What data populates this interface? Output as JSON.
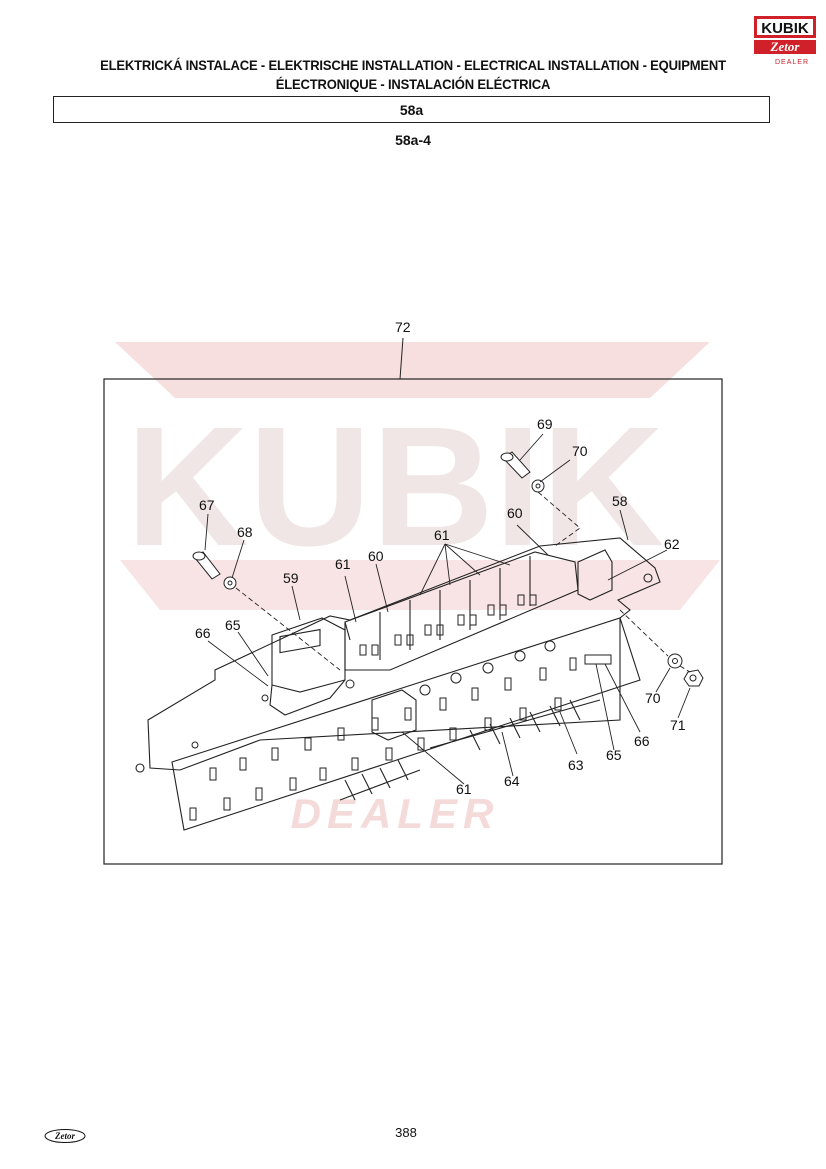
{
  "header": {
    "line1": "ELEKTRICKÁ INSTALACE - ELEKTRISCHE INSTALLATION - ELECTRICAL INSTALLATION - EQUIPMENT",
    "line2": "ÉLECTRONIQUE - INSTALACIÓN ELÉCTRICA",
    "section": "58a",
    "subsection": "58a-4"
  },
  "logo": {
    "top": "KUBIK",
    "brand": "Zetor",
    "sub": "DEALER"
  },
  "watermark": {
    "text": "KUBIK",
    "sub": "DEALER"
  },
  "callouts": {
    "c72": "72",
    "c69": "69",
    "c70a": "70",
    "c67": "67",
    "c68": "68",
    "c60a": "60",
    "c58": "58",
    "c61a": "61",
    "c62": "62",
    "c61b": "61",
    "c60b": "60",
    "c59": "59",
    "c66a": "66",
    "c65a": "65",
    "c70b": "70",
    "c71": "71",
    "c66b": "66",
    "c65b": "65",
    "c63": "63",
    "c64": "64",
    "c61c": "61"
  },
  "footer": {
    "page": "388",
    "brand": "Zetor"
  },
  "colors": {
    "logo_red": "#d0202a",
    "watermark": "#f6dcdc",
    "ink": "#111111"
  }
}
